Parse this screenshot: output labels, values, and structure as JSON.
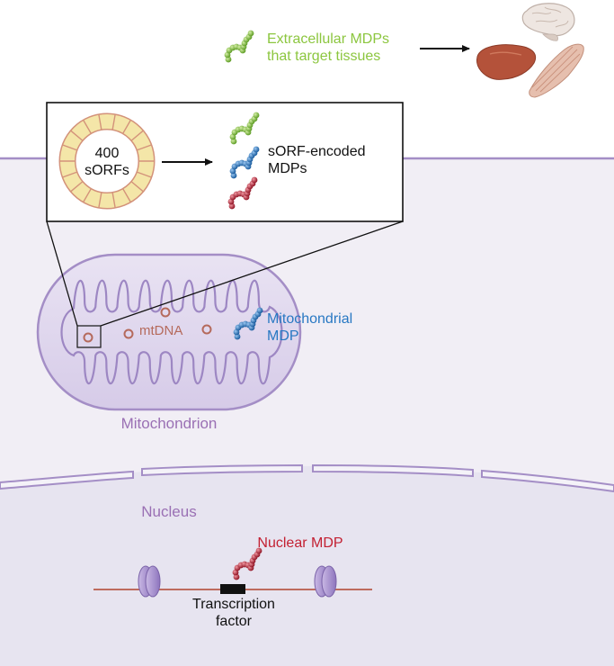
{
  "labels": {
    "extracellular_line1": "Extracellular MDPs",
    "extracellular_line2": "that target tissues",
    "circle_count": "400",
    "circle_label": "sORFs",
    "encoded_line1": "sORF-encoded",
    "encoded_line2": "MDPs",
    "mtdna": "mtDNA",
    "mito_mdp_line1": "Mitochondrial",
    "mito_mdp_line2": "MDP",
    "mitochondrion": "Mitochondrion",
    "nucleus": "Nucleus",
    "nuclear_mdp": "Nuclear MDP",
    "tf_line1": "Transcription",
    "tf_line2": "factor"
  },
  "colors": {
    "green": "#8cc63f",
    "blue": "#2878c3",
    "red": "#c32032",
    "mtdna": "#b56a5c",
    "purple_label": "#9a70b4",
    "membrane": "#a48ec6",
    "cell_fill": "#f1eef5",
    "nucleus_fill": "#e7e4f0",
    "mito_fill": "#e3dcef",
    "dna_line": "#b85a4a",
    "sorf_fill": "#f4e6a8",
    "sorf_stroke": "#d3927a"
  },
  "icons": [
    "peptide-chain-icon",
    "brain-icon",
    "liver-icon",
    "muscle-icon",
    "arrow-icon",
    "histone-icon"
  ]
}
